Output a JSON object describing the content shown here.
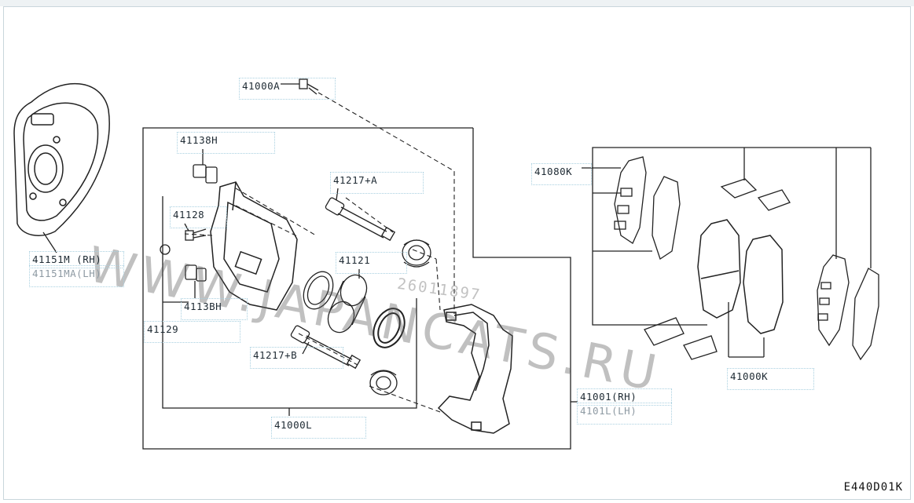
{
  "watermark": "WWW.JAPANCATS.RU",
  "watermark_code": "26011897",
  "diagram_code": "E440D01K",
  "parts": {
    "p41000A": "41000A",
    "p41138H": "41138H",
    "p41217A": "41217+A",
    "p41128": "41128",
    "p41121": "41121",
    "p41138H_2": "4113BH",
    "p41129": "41129",
    "p41217B": "41217+B",
    "p41000L": "41000L",
    "p41151M": "41151M  (RH)",
    "p41151MA": "41151MA(LH)",
    "p41080K": "41080K",
    "p41000K": "41000K",
    "p41001": "41001(RH)",
    "p41011": "4101L(LH)"
  }
}
